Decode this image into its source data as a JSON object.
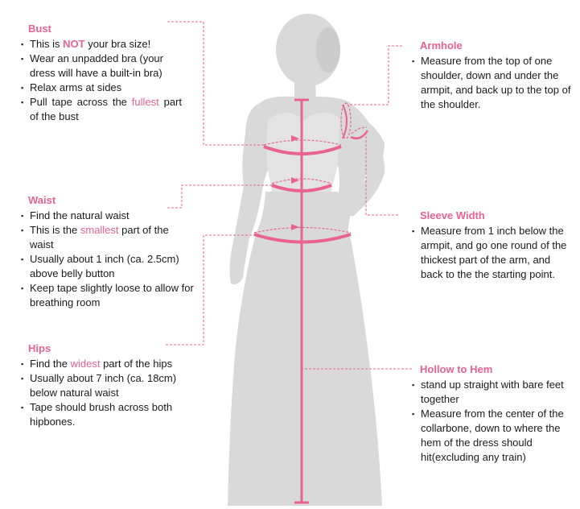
{
  "colors": {
    "accent": "#e8638f",
    "silhouette": "#d8d8d8",
    "text": "#1a1a1a"
  },
  "bust": {
    "title": "Bust",
    "items": [
      {
        "before": "This is ",
        "highlight": "NOT",
        "after": " your bra size!"
      },
      {
        "text": "Wear an unpadded bra (your dress will have a built-in bra)"
      },
      {
        "text": "Relax arms at sides"
      },
      {
        "before": "Pull tape across the ",
        "highlight": "fullest",
        "after": " part of the bust"
      }
    ]
  },
  "waist": {
    "title": "Waist",
    "items": [
      {
        "text": "Find the natural waist"
      },
      {
        "before": "This is the ",
        "highlight": "smallest",
        "after": " part of the waist"
      },
      {
        "text": "Usually about 1 inch (ca. 2.5cm) above belly button"
      },
      {
        "text": "Keep tape slightly loose to allow for breathing room"
      }
    ]
  },
  "hips": {
    "title": "Hips",
    "items": [
      {
        "before": "Find the ",
        "highlight": "widest",
        "after": " part of the hips"
      },
      {
        "text": "Usually about 7 inch (ca. 18cm) below natural waist"
      },
      {
        "text": "Tape should brush across both hipbones."
      }
    ]
  },
  "armhole": {
    "title": "Armhole",
    "items": [
      {
        "text": "Measure from the top of one shoulder, down and under the armpit, and back up to the top of the shoulder."
      }
    ]
  },
  "sleeve": {
    "title": "Sleeve Width",
    "items": [
      {
        "text": "Measure from 1 inch below the armpit, and go one round of the thickest part of the arm, and back to the the starting point."
      }
    ]
  },
  "hollow": {
    "title": "Hollow to Hem",
    "items": [
      {
        "text": "stand up straight with bare feet together"
      },
      {
        "text": "Measure from the center of the collarbone, down to where the hem of the dress should hit(excluding any train)"
      }
    ]
  }
}
